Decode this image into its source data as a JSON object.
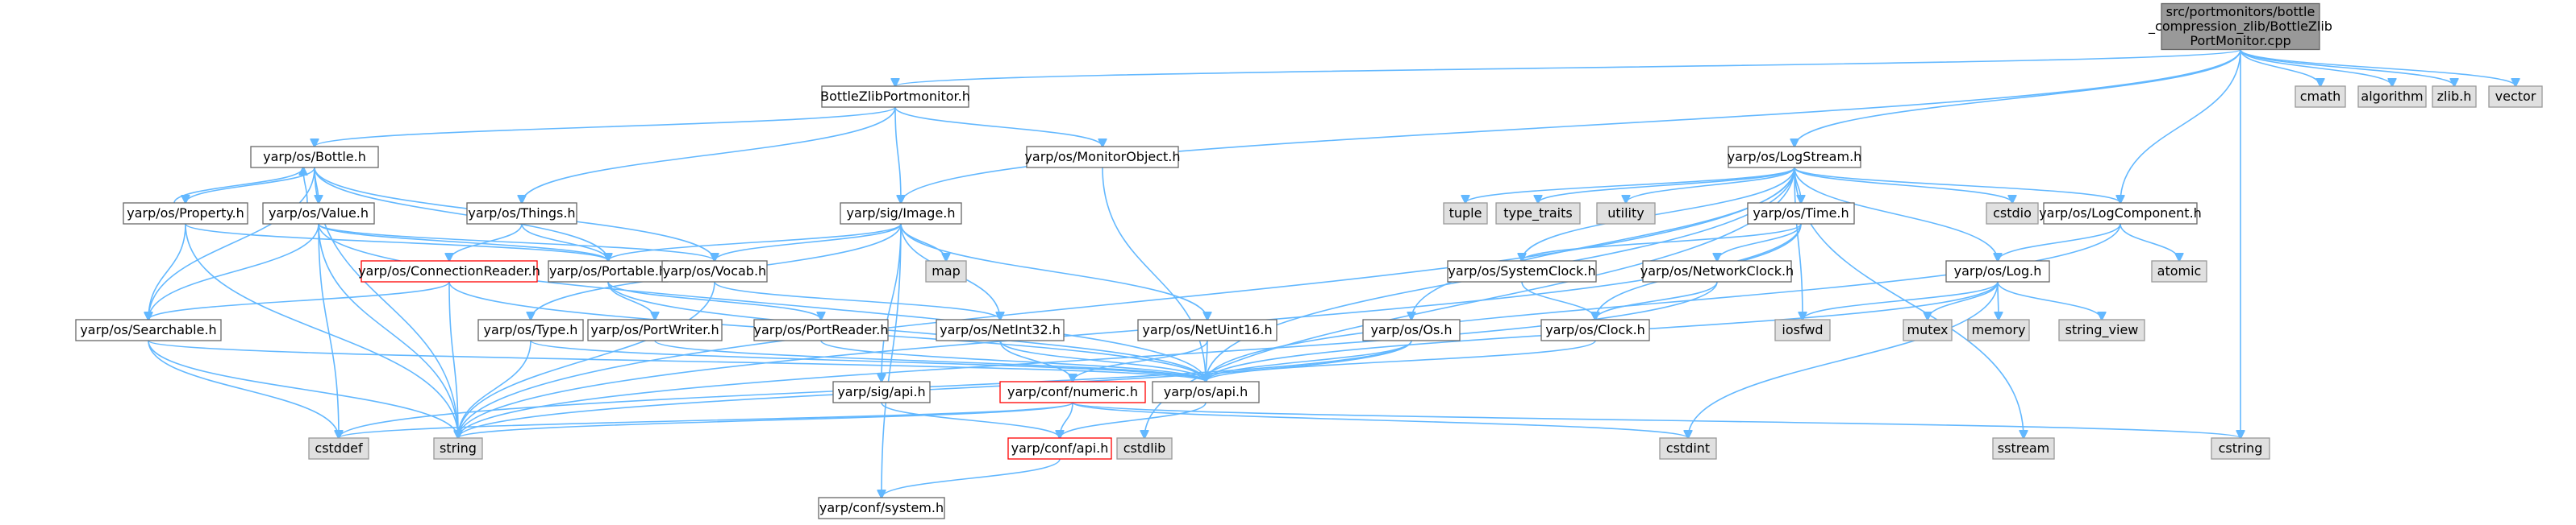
{
  "diagram": {
    "type": "include-dependency-graph",
    "colors": {
      "edge": "#63b8ff",
      "node_fill": "#ffffff",
      "node_border": "#666666",
      "root_fill": "#999999",
      "root_border": "#666666",
      "external_fill": "#e0e0e0",
      "external_border": "#999999",
      "highlight_border": "#ff0000"
    },
    "nodes": {
      "root": {
        "lines": [
          "src/portmonitors/bottle",
          "_compression_zlib/BottleZlib",
          "PortMonitor.cpp"
        ],
        "kind": "root"
      },
      "bzpm": {
        "lines": [
          "BottleZlibPortmonitor.h"
        ],
        "kind": "file"
      },
      "cmath": {
        "lines": [
          "cmath"
        ],
        "kind": "external"
      },
      "algorithm": {
        "lines": [
          "algorithm"
        ],
        "kind": "external"
      },
      "zlib": {
        "lines": [
          "zlib.h"
        ],
        "kind": "external"
      },
      "vector": {
        "lines": [
          "vector"
        ],
        "kind": "external"
      },
      "bottle": {
        "lines": [
          "yarp/os/Bottle.h"
        ],
        "kind": "file"
      },
      "monitorobj": {
        "lines": [
          "yarp/os/MonitorObject.h"
        ],
        "kind": "file"
      },
      "logstream": {
        "lines": [
          "yarp/os/LogStream.h"
        ],
        "kind": "file"
      },
      "property": {
        "lines": [
          "yarp/os/Property.h"
        ],
        "kind": "file"
      },
      "value": {
        "lines": [
          "yarp/os/Value.h"
        ],
        "kind": "file"
      },
      "things": {
        "lines": [
          "yarp/os/Things.h"
        ],
        "kind": "file"
      },
      "image": {
        "lines": [
          "yarp/sig/Image.h"
        ],
        "kind": "file"
      },
      "tuple": {
        "lines": [
          "tuple"
        ],
        "kind": "external"
      },
      "type_traits": {
        "lines": [
          "type_traits"
        ],
        "kind": "external"
      },
      "utility": {
        "lines": [
          "utility"
        ],
        "kind": "external"
      },
      "time": {
        "lines": [
          "yarp/os/Time.h"
        ],
        "kind": "file"
      },
      "cstdio": {
        "lines": [
          "cstdio"
        ],
        "kind": "external"
      },
      "logcomponent": {
        "lines": [
          "yarp/os/LogComponent.h"
        ],
        "kind": "file"
      },
      "connreader": {
        "lines": [
          "yarp/os/ConnectionReader.h"
        ],
        "kind": "highlight"
      },
      "portable": {
        "lines": [
          "yarp/os/Portable.h"
        ],
        "kind": "file"
      },
      "vocab": {
        "lines": [
          "yarp/os/Vocab.h"
        ],
        "kind": "file"
      },
      "map": {
        "lines": [
          "map"
        ],
        "kind": "external"
      },
      "systemclock": {
        "lines": [
          "yarp/os/SystemClock.h"
        ],
        "kind": "file"
      },
      "networkclock": {
        "lines": [
          "yarp/os/NetworkClock.h"
        ],
        "kind": "file"
      },
      "log": {
        "lines": [
          "yarp/os/Log.h"
        ],
        "kind": "file"
      },
      "atomic": {
        "lines": [
          "atomic"
        ],
        "kind": "external"
      },
      "searchable": {
        "lines": [
          "yarp/os/Searchable.h"
        ],
        "kind": "file"
      },
      "typeh": {
        "lines": [
          "yarp/os/Type.h"
        ],
        "kind": "file"
      },
      "portwriter": {
        "lines": [
          "yarp/os/PortWriter.h"
        ],
        "kind": "file"
      },
      "portreader": {
        "lines": [
          "yarp/os/PortReader.h"
        ],
        "kind": "file"
      },
      "netint32": {
        "lines": [
          "yarp/os/NetInt32.h"
        ],
        "kind": "file"
      },
      "netuint16": {
        "lines": [
          "yarp/os/NetUint16.h"
        ],
        "kind": "file"
      },
      "osh": {
        "lines": [
          "yarp/os/Os.h"
        ],
        "kind": "file"
      },
      "clock": {
        "lines": [
          "yarp/os/Clock.h"
        ],
        "kind": "file"
      },
      "iosfwd": {
        "lines": [
          "iosfwd"
        ],
        "kind": "external"
      },
      "mutex": {
        "lines": [
          "mutex"
        ],
        "kind": "external"
      },
      "memory": {
        "lines": [
          "memory"
        ],
        "kind": "external"
      },
      "string_view": {
        "lines": [
          "string_view"
        ],
        "kind": "external"
      },
      "osapi": {
        "lines": [
          "yarp/os/api.h"
        ],
        "kind": "file"
      },
      "sigapi": {
        "lines": [
          "yarp/sig/api.h"
        ],
        "kind": "file"
      },
      "numeric": {
        "lines": [
          "yarp/conf/numeric.h"
        ],
        "kind": "highlight"
      },
      "cstddef": {
        "lines": [
          "cstddef"
        ],
        "kind": "external"
      },
      "string": {
        "lines": [
          "string"
        ],
        "kind": "external"
      },
      "confapi": {
        "lines": [
          "yarp/conf/api.h"
        ],
        "kind": "highlight"
      },
      "cstdlib": {
        "lines": [
          "cstdlib"
        ],
        "kind": "external"
      },
      "cstdint": {
        "lines": [
          "cstdint"
        ],
        "kind": "external"
      },
      "sstream": {
        "lines": [
          "sstream"
        ],
        "kind": "external"
      },
      "cstring": {
        "lines": [
          "cstring"
        ],
        "kind": "external"
      },
      "confsystem": {
        "lines": [
          "yarp/conf/system.h"
        ],
        "kind": "file"
      }
    },
    "edges": [
      [
        "root",
        "bzpm"
      ],
      [
        "root",
        "cmath"
      ],
      [
        "root",
        "algorithm"
      ],
      [
        "root",
        "zlib"
      ],
      [
        "root",
        "vector"
      ],
      [
        "root",
        "logstream"
      ],
      [
        "root",
        "image"
      ],
      [
        "root",
        "logcomponent"
      ],
      [
        "root",
        "cstring"
      ],
      [
        "bzpm",
        "bottle"
      ],
      [
        "bzpm",
        "monitorobj"
      ],
      [
        "bzpm",
        "things"
      ],
      [
        "bzpm",
        "image"
      ],
      [
        "bottle",
        "property"
      ],
      [
        "bottle",
        "value"
      ],
      [
        "bottle",
        "portable"
      ],
      [
        "bottle",
        "vocab"
      ],
      [
        "bottle",
        "searchable"
      ],
      [
        "bottle",
        "string"
      ],
      [
        "property",
        "bottle"
      ],
      [
        "property",
        "searchable"
      ],
      [
        "property",
        "portable"
      ],
      [
        "property",
        "string"
      ],
      [
        "value",
        "bottle"
      ],
      [
        "value",
        "portable"
      ],
      [
        "value",
        "vocab"
      ],
      [
        "value",
        "searchable"
      ],
      [
        "value",
        "osapi"
      ],
      [
        "value",
        "string"
      ],
      [
        "value",
        "cstddef"
      ],
      [
        "things",
        "connreader"
      ],
      [
        "things",
        "portable"
      ],
      [
        "monitorobj",
        "osapi"
      ],
      [
        "image",
        "portable"
      ],
      [
        "image",
        "vocab"
      ],
      [
        "image",
        "map"
      ],
      [
        "image",
        "typeh"
      ],
      [
        "image",
        "netint32"
      ],
      [
        "image",
        "netuint16"
      ],
      [
        "image",
        "sigapi"
      ],
      [
        "image",
        "confsystem"
      ],
      [
        "connreader",
        "searchable"
      ],
      [
        "connreader",
        "osapi"
      ],
      [
        "connreader",
        "string"
      ],
      [
        "portable",
        "portwriter"
      ],
      [
        "portable",
        "portreader"
      ],
      [
        "portable",
        "osapi"
      ],
      [
        "vocab",
        "netint32"
      ],
      [
        "vocab",
        "string"
      ],
      [
        "searchable",
        "osapi"
      ],
      [
        "searchable",
        "string"
      ],
      [
        "searchable",
        "cstddef"
      ],
      [
        "typeh",
        "osapi"
      ],
      [
        "typeh",
        "string"
      ],
      [
        "portwriter",
        "osapi"
      ],
      [
        "portreader",
        "osapi"
      ],
      [
        "netint32",
        "numeric"
      ],
      [
        "netint32",
        "osapi"
      ],
      [
        "netuint16",
        "numeric"
      ],
      [
        "netuint16",
        "osapi"
      ],
      [
        "sigapi",
        "confapi"
      ],
      [
        "logstream",
        "tuple"
      ],
      [
        "logstream",
        "type_traits"
      ],
      [
        "logstream",
        "utility"
      ],
      [
        "logstream",
        "time"
      ],
      [
        "logstream",
        "cstdio"
      ],
      [
        "logstream",
        "logcomponent"
      ],
      [
        "logstream",
        "log"
      ],
      [
        "logstream",
        "osh"
      ],
      [
        "logstream",
        "systemclock"
      ],
      [
        "logstream",
        "osapi"
      ],
      [
        "logstream",
        "string"
      ],
      [
        "logstream",
        "sstream"
      ],
      [
        "logstream",
        "iosfwd"
      ],
      [
        "logstream",
        "cstdlib"
      ],
      [
        "time",
        "systemclock"
      ],
      [
        "time",
        "networkclock"
      ],
      [
        "time",
        "clock"
      ],
      [
        "time",
        "string"
      ],
      [
        "systemclock",
        "clock"
      ],
      [
        "networkclock",
        "clock"
      ],
      [
        "networkclock",
        "string"
      ],
      [
        "logcomponent",
        "log"
      ],
      [
        "logcomponent",
        "atomic"
      ],
      [
        "logcomponent",
        "osapi"
      ],
      [
        "log",
        "iosfwd"
      ],
      [
        "log",
        "mutex"
      ],
      [
        "log",
        "memory"
      ],
      [
        "log",
        "string_view"
      ],
      [
        "log",
        "osapi"
      ],
      [
        "log",
        "cstdint"
      ],
      [
        "osh",
        "osapi"
      ],
      [
        "osh",
        "string"
      ],
      [
        "osh",
        "cstddef"
      ],
      [
        "clock",
        "osapi"
      ],
      [
        "osapi",
        "confapi"
      ],
      [
        "numeric",
        "confapi"
      ],
      [
        "numeric",
        "string"
      ],
      [
        "numeric",
        "cstddef"
      ],
      [
        "numeric",
        "cstring"
      ],
      [
        "numeric",
        "cstdint"
      ],
      [
        "confapi",
        "confsystem"
      ]
    ]
  }
}
